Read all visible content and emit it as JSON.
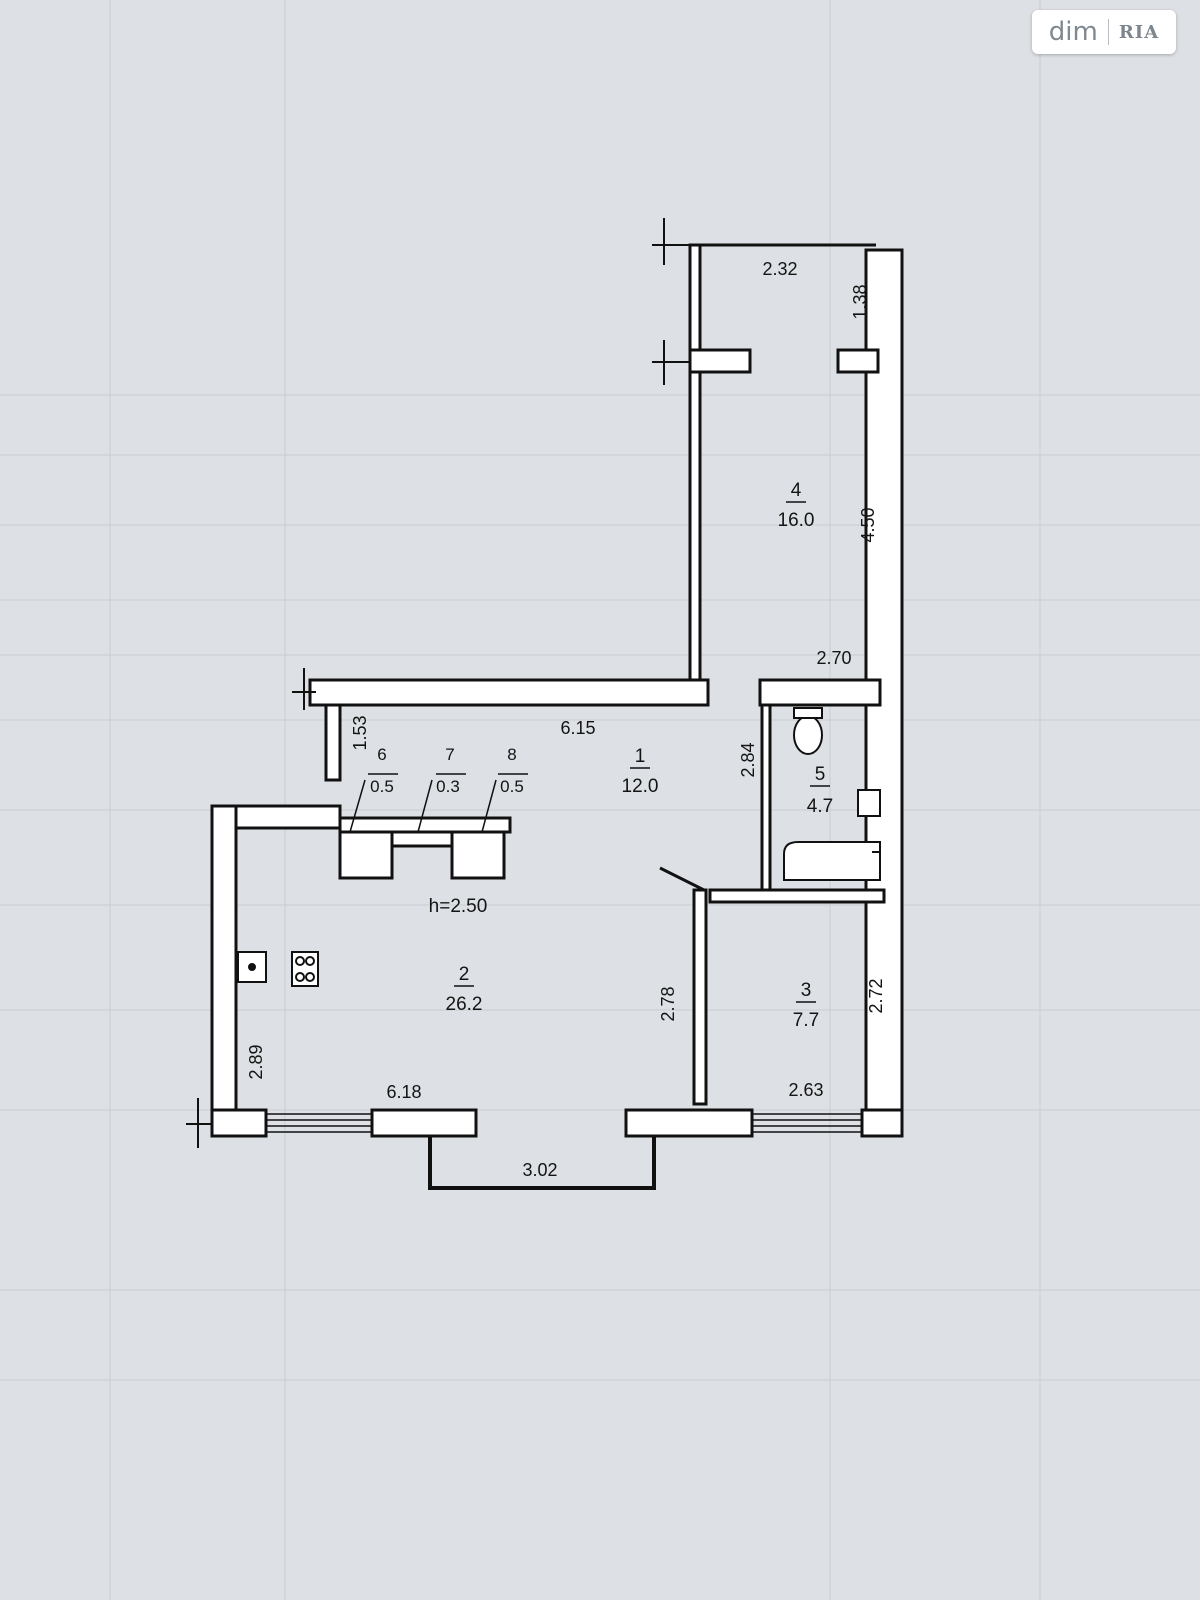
{
  "watermark": {
    "brand_left": "dim",
    "brand_right": "RIA"
  },
  "plan": {
    "ceiling_height": "h=2.50",
    "rooms": [
      {
        "number": "1",
        "area": "12.0"
      },
      {
        "number": "2",
        "area": "26.2"
      },
      {
        "number": "3",
        "area": "7.7"
      },
      {
        "number": "4",
        "area": "16.0"
      },
      {
        "number": "5",
        "area": "4.7"
      },
      {
        "number": "6",
        "area": "0.5"
      },
      {
        "number": "7",
        "area": "0.3"
      },
      {
        "number": "8",
        "area": "0.5"
      }
    ],
    "dimensions": {
      "room4_top": "2.32",
      "room4_right_upper": "1.38",
      "room4_right": "4.50",
      "room4_bottom": "2.70",
      "hall_top": "6.15",
      "hall_left": "1.53",
      "bath_left": "2.84",
      "room3_left": "2.78",
      "room3_right": "2.72",
      "room3_bottom": "2.63",
      "kitchen_left": "2.89",
      "kitchen_bottom": "6.18",
      "balcony": "3.02"
    }
  }
}
